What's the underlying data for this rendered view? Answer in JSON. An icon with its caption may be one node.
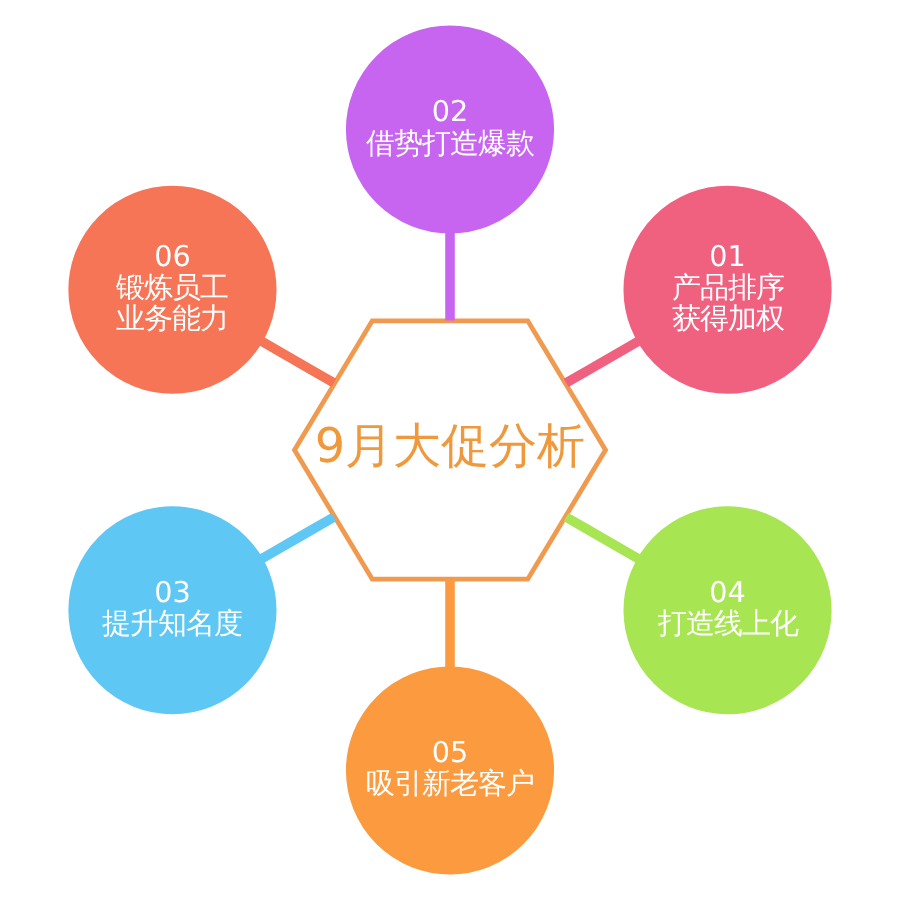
{
  "diagram": {
    "nodes": [
      {
        "text": [
          "01",
          "产品排序获得加权"
        ]
      },
      {
        "text": [
          "02",
          "借势打造爆款"
        ]
      },
      {
        "text": [
          "06",
          "锻炼员工业务能力"
        ]
      },
      {
        "text": [
          "9月大促分析"
        ]
      },
      {
        "text": [
          "03",
          "提升知名度"
        ]
      },
      {
        "text": [
          "05",
          "吸引新老客户"
        ]
      },
      {
        "text": [
          "04",
          "打造线上化"
        ]
      }
    ],
    "edges": [
      {
        "from": 3,
        "to": 0,
        "arrow": "none",
        "color": "#f0607f"
      },
      {
        "from": 3,
        "to": 1,
        "arrow": "none",
        "color": "#c765f0"
      },
      {
        "from": 3,
        "to": 2,
        "arrow": "none",
        "color": "#f57556"
      },
      {
        "from": 3,
        "to": 4,
        "arrow": "none",
        "color": "#5fc7f3"
      },
      {
        "from": 3,
        "to": 5,
        "arrow": "none",
        "color": "#fb9a3e"
      },
      {
        "from": 3,
        "to": 6,
        "arrow": "none",
        "color": "#a8e552"
      }
    ]
  }
}
